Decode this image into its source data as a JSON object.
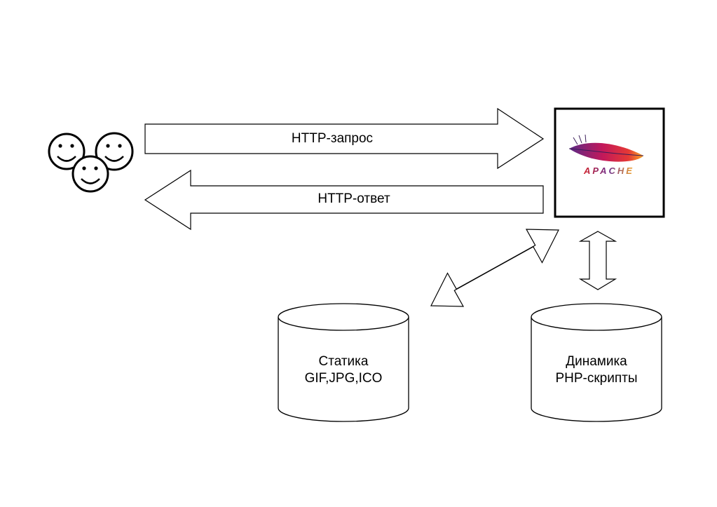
{
  "arrows": {
    "request_label": "HTTP-запрос",
    "response_label": "HTTP-ответ"
  },
  "server": {
    "logo_text": "APACHE",
    "logo_colors": [
      "#d22128",
      "#6d2f8f",
      "#f5a623"
    ]
  },
  "storage": {
    "static": {
      "line1": "Статика",
      "line2": "GIF,JPG,ICO"
    },
    "dynamic": {
      "line1": "Динамика",
      "line2": "PHP-скрипты"
    }
  },
  "clients": {
    "icon": "smiley-faces-icon",
    "count": 3
  }
}
